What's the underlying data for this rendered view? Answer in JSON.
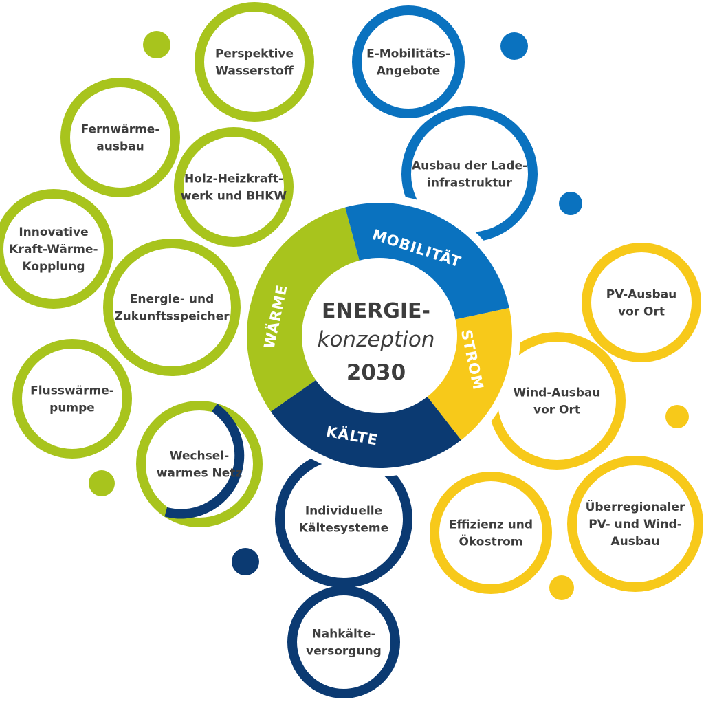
{
  "colors": {
    "waerme": "#a8c41d",
    "mobilitaet": "#0a72bf",
    "strom": "#f7c91a",
    "kaelte": "#0b3a72",
    "text": "#3d3d3d"
  },
  "center": {
    "line1": "ENERGIE-",
    "line2": "konzeption",
    "line3": "2030"
  },
  "segments": {
    "waerme": "WÄRME",
    "mobilitaet": "MOBILITÄT",
    "strom": "STROM",
    "kaelte": "KÄLTE"
  },
  "bubbles": [
    {
      "id": "perspektive-wasserstoff",
      "group": "waerme",
      "lines": [
        "Perspektive",
        "Wasserstoff"
      ]
    },
    {
      "id": "fernwaerme-ausbau",
      "group": "waerme",
      "lines": [
        "Fernwärme-",
        "ausbau"
      ]
    },
    {
      "id": "holz-heizkraftwerk",
      "group": "waerme",
      "lines": [
        "Holz-Heizkraft-",
        "werk und BHKW"
      ]
    },
    {
      "id": "innovative-kwk",
      "group": "waerme",
      "lines": [
        "Innovative",
        "Kraft-Wärme-",
        "Kopplung"
      ]
    },
    {
      "id": "energie-zukunftsspeicher",
      "group": "waerme",
      "lines": [
        "Energie- und",
        "Zukunftsspeicher"
      ]
    },
    {
      "id": "flusswaermepumpe",
      "group": "waerme",
      "lines": [
        "Flusswärme-",
        "pumpe"
      ]
    },
    {
      "id": "wechselwarmes-netz",
      "group": "waerme-kaelte",
      "lines": [
        "Wechsel-",
        "warmes Netz"
      ]
    },
    {
      "id": "e-mobilitaets-angebote",
      "group": "mobilitaet",
      "lines": [
        "E-Mobilitäts-",
        "Angebote"
      ]
    },
    {
      "id": "ausbau-ladeinfrastruktur",
      "group": "mobilitaet",
      "lines": [
        "Ausbau der Lade-",
        "infrastruktur"
      ]
    },
    {
      "id": "pv-ausbau",
      "group": "strom",
      "lines": [
        "PV-Ausbau",
        "vor Ort"
      ]
    },
    {
      "id": "wind-ausbau",
      "group": "strom",
      "lines": [
        "Wind-Ausbau",
        "vor Ort"
      ]
    },
    {
      "id": "ueberregionaler-ausbau",
      "group": "strom",
      "lines": [
        "Überregionaler",
        "PV- und Wind-",
        "Ausbau"
      ]
    },
    {
      "id": "effizienz-oekostrom",
      "group": "strom",
      "lines": [
        "Effizienz und",
        "Ökostrom"
      ]
    },
    {
      "id": "individuelle-kaeltesysteme",
      "group": "kaelte",
      "lines": [
        "Individuelle",
        "Kältesysteme"
      ]
    },
    {
      "id": "nahkaelteversorgung",
      "group": "kaelte",
      "lines": [
        "Nahkälte-",
        "versorgung"
      ]
    }
  ]
}
